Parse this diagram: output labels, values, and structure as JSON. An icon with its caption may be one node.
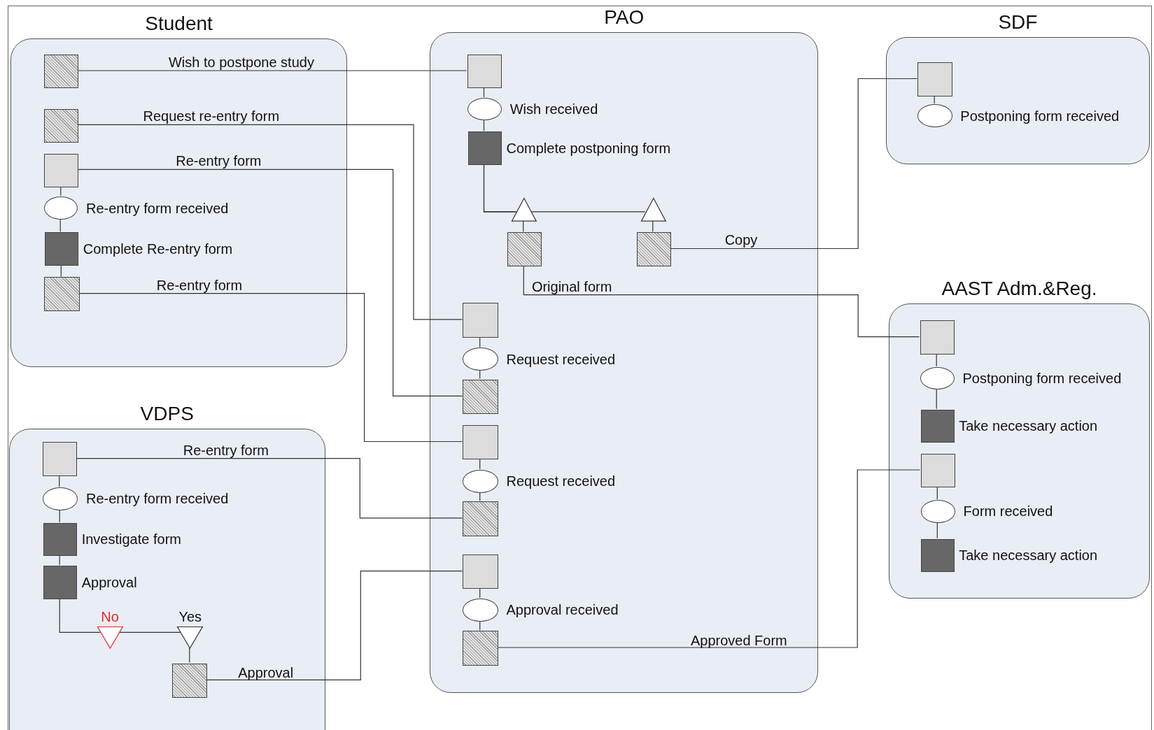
{
  "diagram": {
    "nodes": [
      {
        "text": [
          "Student"
        ]
      },
      {
        "text": [],
        "shape": "box",
        "in": 0
      },
      {
        "text": [],
        "shape": "box",
        "in": 0
      },
      {
        "text": [],
        "shape": "box",
        "in": 0
      },
      {
        "text": [],
        "shape": "ellipse",
        "in": 0,
        "beside": [
          "Re-entry form received"
        ]
      },
      {
        "text": [],
        "shape": "box",
        "in": 0,
        "beside": [
          "Complete Re-entry form"
        ]
      },
      {
        "text": [],
        "shape": "box",
        "in": 0
      },
      {
        "text": [
          "PAO"
        ]
      },
      {
        "text": [],
        "shape": "box",
        "in": 7
      },
      {
        "text": [],
        "shape": "ellipse",
        "in": 7,
        "beside": [
          "Wish received"
        ]
      },
      {
        "text": [],
        "shape": "box",
        "in": 7,
        "beside": [
          "Complete postponing form"
        ]
      },
      {
        "text": [],
        "shape": "triangle",
        "in": 7
      },
      {
        "text": [],
        "shape": "triangle",
        "in": 7
      },
      {
        "text": [],
        "shape": "box",
        "in": 7
      },
      {
        "text": [],
        "shape": "box",
        "in": 7
      },
      {
        "text": [],
        "shape": "box",
        "in": 7
      },
      {
        "text": [],
        "shape": "ellipse",
        "in": 7,
        "beside": [
          "Request received"
        ]
      },
      {
        "text": [],
        "shape": "box",
        "in": 7
      },
      {
        "text": [],
        "shape": "box",
        "in": 7
      },
      {
        "text": [],
        "shape": "ellipse",
        "in": 7,
        "beside": [
          "Request received"
        ]
      },
      {
        "text": [],
        "shape": "box",
        "in": 7
      },
      {
        "text": [],
        "shape": "box",
        "in": 7
      },
      {
        "text": [],
        "shape": "ellipse",
        "in": 7,
        "beside": [
          "Approval received"
        ]
      },
      {
        "text": [],
        "shape": "box",
        "in": 7
      },
      {
        "text": [
          "SDF"
        ]
      },
      {
        "text": [],
        "shape": "box",
        "in": 24
      },
      {
        "text": [],
        "shape": "ellipse",
        "in": 24,
        "beside": [
          "Postponing form received"
        ]
      },
      {
        "text": [
          "AAST Adm.&Reg."
        ]
      },
      {
        "text": [],
        "shape": "box",
        "in": 27
      },
      {
        "text": [],
        "shape": "ellipse",
        "in": 27,
        "beside": [
          "Postponing form received"
        ]
      },
      {
        "text": [],
        "shape": "box",
        "in": 27,
        "beside": [
          "Take necessary action"
        ]
      },
      {
        "text": [],
        "shape": "box",
        "in": 27
      },
      {
        "text": [],
        "shape": "ellipse",
        "in": 27,
        "beside": [
          "Form received"
        ]
      },
      {
        "text": [],
        "shape": "box",
        "in": 27,
        "beside": [
          "Take necessary action"
        ]
      },
      {
        "text": [
          "VDPS"
        ]
      },
      {
        "text": [],
        "shape": "box",
        "in": 34
      },
      {
        "text": [],
        "shape": "ellipse",
        "in": 34,
        "beside": [
          "Re-entry form received"
        ]
      },
      {
        "text": [],
        "shape": "box",
        "in": 34,
        "beside": [
          "Investigate form"
        ]
      },
      {
        "text": [],
        "shape": "box",
        "in": 34,
        "beside": [
          "Approval"
        ]
      },
      {
        "text": [],
        "shape": "triangle",
        "in": 34,
        "beside": [
          "No"
        ]
      },
      {
        "text": [],
        "shape": "triangle",
        "in": 34,
        "beside": [
          "Yes"
        ]
      },
      {
        "text": [],
        "shape": "box",
        "in": 34
      }
    ],
    "edges": [
      {
        "from": 1,
        "to": 8,
        "arrow": "none",
        "label": "Wish to postpone study"
      },
      {
        "from": 2,
        "to": 15,
        "arrow": "none",
        "label": "Request re-entry form"
      },
      {
        "from": 17,
        "to": 3,
        "arrow": "none",
        "label": "Re-entry form"
      },
      {
        "from": 3,
        "to": 4,
        "arrow": "none"
      },
      {
        "from": 4,
        "to": 5,
        "arrow": "none"
      },
      {
        "from": 5,
        "to": 6,
        "arrow": "none"
      },
      {
        "from": 6,
        "to": 18,
        "arrow": "none",
        "label": "Re-entry form"
      },
      {
        "from": 8,
        "to": 9,
        "arrow": "none"
      },
      {
        "from": 9,
        "to": 10,
        "arrow": "none"
      },
      {
        "from": 10,
        "to": 11,
        "arrow": "none"
      },
      {
        "from": 10,
        "to": 12,
        "arrow": "none"
      },
      {
        "from": 11,
        "to": 13,
        "arrow": "none"
      },
      {
        "from": 12,
        "to": 14,
        "arrow": "none"
      },
      {
        "from": 14,
        "to": 25,
        "arrow": "none",
        "label": "Copy"
      },
      {
        "from": 13,
        "to": 28,
        "arrow": "none",
        "label": "Original form"
      },
      {
        "from": 15,
        "to": 16,
        "arrow": "none"
      },
      {
        "from": 16,
        "to": 17,
        "arrow": "none"
      },
      {
        "from": 18,
        "to": 19,
        "arrow": "none"
      },
      {
        "from": 19,
        "to": 20,
        "arrow": "none"
      },
      {
        "from": 20,
        "to": 35,
        "arrow": "none",
        "label": "Re-entry form"
      },
      {
        "from": 21,
        "to": 22,
        "arrow": "none"
      },
      {
        "from": 22,
        "to": 23,
        "arrow": "none"
      },
      {
        "from": 23,
        "to": 31,
        "arrow": "none",
        "label": "Approved Form"
      },
      {
        "from": 25,
        "to": 26,
        "arrow": "none"
      },
      {
        "from": 28,
        "to": 29,
        "arrow": "none"
      },
      {
        "from": 29,
        "to": 30,
        "arrow": "none"
      },
      {
        "from": 31,
        "to": 32,
        "arrow": "none"
      },
      {
        "from": 32,
        "to": 33,
        "arrow": "none"
      },
      {
        "from": 35,
        "to": 36,
        "arrow": "none"
      },
      {
        "from": 36,
        "to": 37,
        "arrow": "none"
      },
      {
        "from": 37,
        "to": 38,
        "arrow": "none"
      },
      {
        "from": 38,
        "to": 39,
        "arrow": "none"
      },
      {
        "from": 39,
        "to": 40,
        "arrow": "none"
      },
      {
        "from": 40,
        "to": 41,
        "arrow": "none"
      },
      {
        "from": 41,
        "to": 21,
        "arrow": "none",
        "label": "Approval"
      }
    ]
  }
}
